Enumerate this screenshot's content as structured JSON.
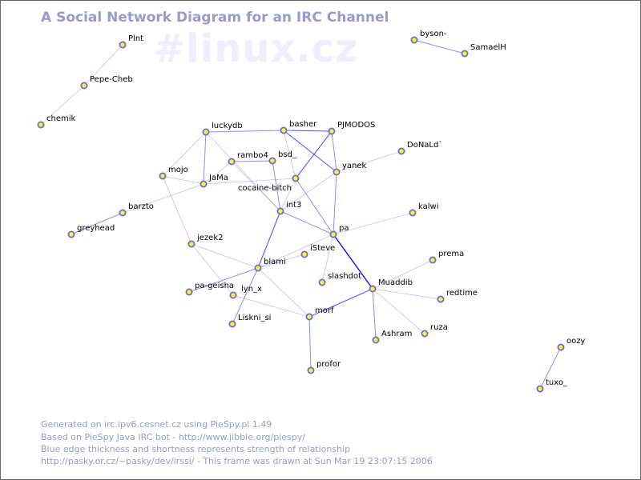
{
  "title": "A Social Network Diagram for an IRC Channel",
  "channel": "#linux.cz",
  "footer": [
    "Generated on irc.ipv6.cesnet.cz using PieSpy.pl 1.49",
    "Based on PieSpy Java IRC bot - http://www.jibble.org/piespy/",
    "Blue edge thickness and shortness represents strength of relationship",
    "http://pasky.or.cz/~pasky/dev/irssi/ - This frame was drawn at Sun Mar 19 23:07:15 2006"
  ],
  "colors": {
    "node_fill": "#ffff00",
    "node_stroke": "#6666ff",
    "edge": "#0000ff",
    "title": "#9999cc",
    "watermark": "#eeeeff"
  },
  "nodes": [
    "Plnt",
    "Pepe-Cheb",
    "chemik",
    "byson-",
    "SamaelH",
    "luckydb",
    "basher",
    "PJMODOS",
    "DoNaLd`",
    "mojo",
    "JaMa",
    "rambo4",
    "bsd_",
    "cocaine-bitch",
    "yanek",
    "int3",
    "kalwi",
    "barzto",
    "greyhead",
    "pa",
    "jezek2",
    "iSteve",
    "blami",
    "slashdot",
    "pa-geisha",
    "lyn_x",
    "Muaddib",
    "prema",
    "redtime",
    "morf",
    "Liskni_si",
    "ruza",
    "Ashram",
    "profor",
    "oozy",
    "tuxo_"
  ],
  "edges": [
    [
      "Plnt",
      "Pepe-Cheb",
      1
    ],
    [
      "Pepe-Cheb",
      "chemik",
      1
    ],
    [
      "byson-",
      "SamaelH",
      2
    ],
    [
      "oozy",
      "tuxo_",
      2
    ],
    [
      "luckydb",
      "basher",
      2
    ],
    [
      "basher",
      "PJMODOS",
      3
    ],
    [
      "luckydb",
      "mojo",
      1
    ],
    [
      "luckydb",
      "JaMa",
      2
    ],
    [
      "luckydb",
      "int3",
      1
    ],
    [
      "basher",
      "cocaine-bitch",
      1
    ],
    [
      "basher",
      "yanek",
      3
    ],
    [
      "PJMODOS",
      "cocaine-bitch",
      3
    ],
    [
      "PJMODOS",
      "yanek",
      2
    ],
    [
      "rambo4",
      "bsd_",
      2
    ],
    [
      "rambo4",
      "JaMa",
      1
    ],
    [
      "rambo4",
      "int3",
      1
    ],
    [
      "bsd_",
      "int3",
      2
    ],
    [
      "JaMa",
      "cocaine-bitch",
      1
    ],
    [
      "mojo",
      "JaMa",
      1
    ],
    [
      "barzto",
      "JaMa",
      1
    ],
    [
      "barzto",
      "greyhead",
      2
    ],
    [
      "mojo",
      "jezek2",
      1
    ],
    [
      "cocaine-bitch",
      "int3",
      1
    ],
    [
      "cocaine-bitch",
      "pa",
      2
    ],
    [
      "yanek",
      "pa",
      2
    ],
    [
      "yanek",
      "DoNaLd`",
      1
    ],
    [
      "yanek",
      "int3",
      1
    ],
    [
      "int3",
      "pa",
      2
    ],
    [
      "int3",
      "blami",
      3
    ],
    [
      "pa",
      "kalwi",
      1
    ],
    [
      "pa",
      "blami",
      1
    ],
    [
      "pa",
      "slashdot",
      1
    ],
    [
      "pa",
      "Muaddib",
      4
    ],
    [
      "blami",
      "iSteve",
      1
    ],
    [
      "jezek2",
      "blami",
      1
    ],
    [
      "jezek2",
      "lyn_x",
      1
    ],
    [
      "blami",
      "pa-geisha",
      2
    ],
    [
      "blami",
      "Liskni_si",
      2
    ],
    [
      "blami",
      "morf",
      1
    ],
    [
      "lyn_x",
      "morf",
      1
    ],
    [
      "morf",
      "Muaddib",
      3
    ],
    [
      "morf",
      "profor",
      2
    ],
    [
      "Muaddib",
      "prema",
      1
    ],
    [
      "Muaddib",
      "redtime",
      1
    ],
    [
      "Muaddib",
      "ruza",
      1
    ],
    [
      "Muaddib",
      "Ashram",
      2
    ]
  ]
}
